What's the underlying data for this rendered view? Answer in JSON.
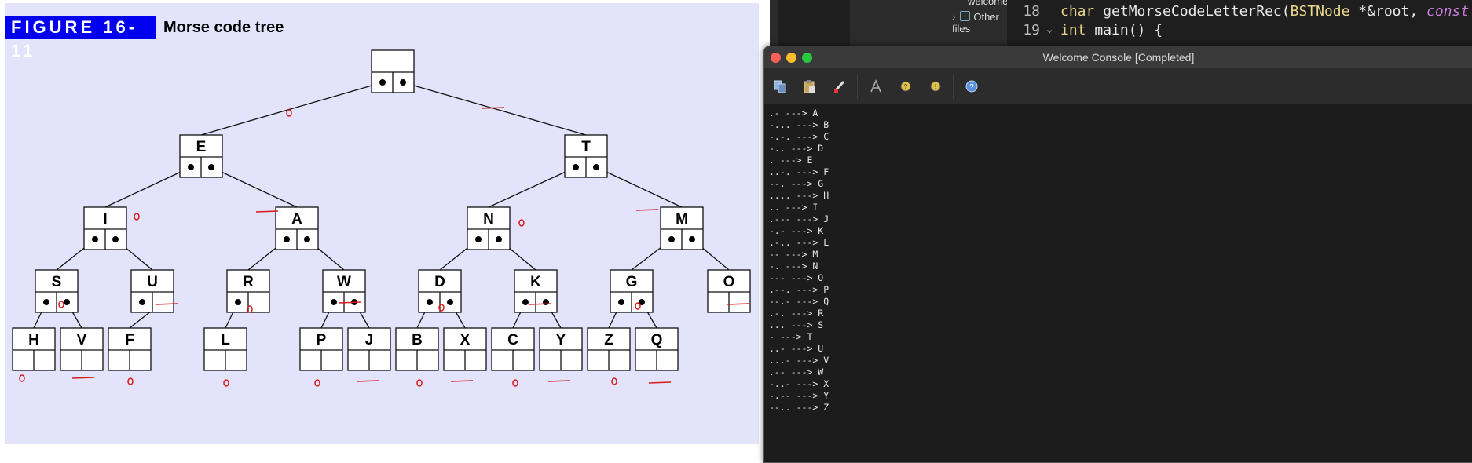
{
  "figure": {
    "label": "FIGURE 16-11",
    "title": "Morse code tree",
    "root_node": "",
    "nodes": [
      "E",
      "T",
      "I",
      "A",
      "N",
      "M",
      "S",
      "U",
      "R",
      "W",
      "D",
      "K",
      "G",
      "O",
      "H",
      "V",
      "F",
      "L",
      "P",
      "J",
      "B",
      "X",
      "C",
      "Y",
      "Z",
      "Q"
    ]
  },
  "ide": {
    "project_file": "welcome.cpp",
    "project_other": "Other files",
    "line_numbers": [
      "18",
      "19"
    ],
    "code_lines": [
      "char getMorseCodeLetterRec(BSTNode *&root, const",
      "int main() {"
    ]
  },
  "console": {
    "title": "Welcome Console [Completed]",
    "toolbar_icons": [
      "copy-icon",
      "paste-icon",
      "clear-icon",
      "font-icon",
      "find-icon",
      "find-next-icon",
      "help-icon"
    ],
    "output_lines": [
      ".- ---> A",
      "-... ---> B",
      "-.-. ---> C",
      "-.. ---> D",
      ". ---> E",
      "..-. ---> F",
      "--. ---> G",
      ".... ---> H",
      ".. ---> I",
      ".--- ---> J",
      "-.- ---> K",
      ".-.. ---> L",
      "-- ---> M",
      "-. ---> N",
      "--- ---> O",
      ".--. ---> P",
      "--.- ---> Q",
      ".-. ---> R",
      "... ---> S",
      "- ---> T",
      "..- ---> U",
      "...- ---> V",
      ".-- ---> W",
      "-..- ---> X",
      "-.-- ---> Y",
      "--.. ---> Z"
    ]
  },
  "colors": {
    "figure_bg": "#e3e3fc",
    "figure_label_bg": "#0000ee",
    "annotation_red": "#d81b1b",
    "console_bg": "#1c1c1c"
  }
}
